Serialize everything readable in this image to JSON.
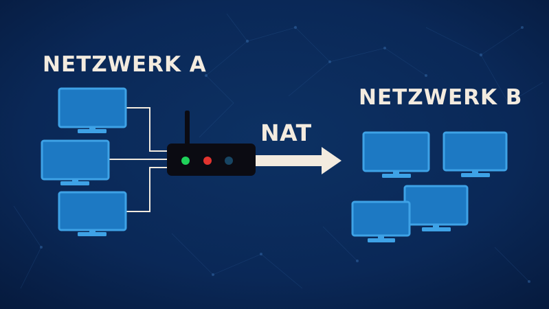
{
  "network_a": {
    "label": "NETZWERK A",
    "monitor_count": 3
  },
  "network_b": {
    "label": "NETZWERK B",
    "monitor_count": 4
  },
  "router": {
    "label": "NAT",
    "lights": [
      "green",
      "red",
      "dark-blue"
    ]
  },
  "colors": {
    "background": "#0a2857",
    "background_edge": "#061a3d",
    "monitor_screen": "#1d79c3",
    "monitor_frame": "#3ea2e6",
    "text": "#f3ebdf",
    "router_body": "#0b0b12",
    "light_green": "#1fd15a",
    "light_red": "#e2342f",
    "light_dark": "#174563",
    "arrow": "#f3ebdf",
    "cable": "#f3ebdf"
  }
}
